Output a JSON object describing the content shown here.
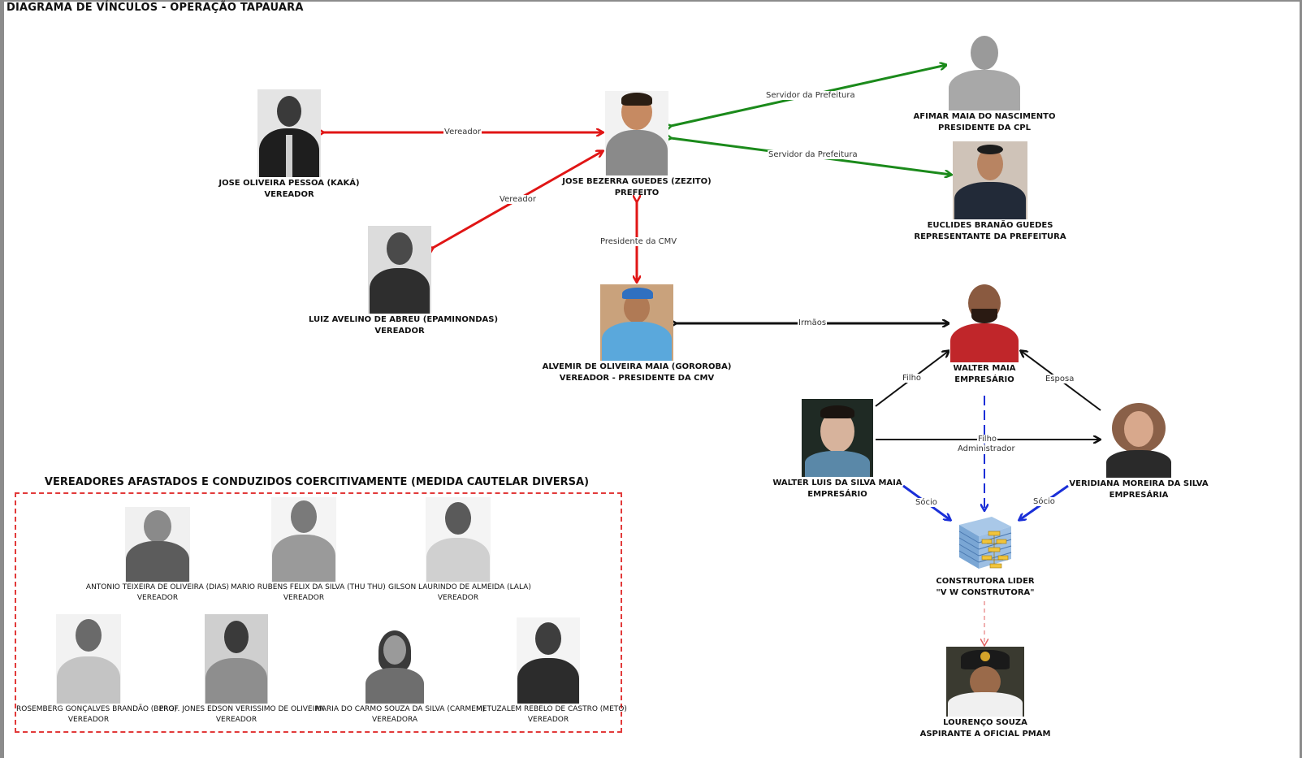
{
  "title": "DIAGRAMA DE VÍNCULOS - OPERAÇÃO TAPAUARA",
  "nodes": {
    "zezito": {
      "name": "JOSE BEZERRA GUEDES (ZEZITO)",
      "role": "PREFEITO"
    },
    "kaka": {
      "name": "JOSE OLIVEIRA PESSOA (KAKÁ)",
      "role": "VEREADOR"
    },
    "epaminondas": {
      "name": "LUIZ AVELINO DE ABREU (EPAMINONDAS)",
      "role": "VEREADOR"
    },
    "gororoba": {
      "name": "ALVEMIR DE OLIVEIRA MAIA (GOROROBA)",
      "role": "VEREADOR - PRESIDENTE DA CMV"
    },
    "afimar": {
      "name": "AFIMAR MAIA DO NASCIMENTO",
      "role": "PRESIDENTE DA CPL"
    },
    "euclides": {
      "name": "EUCLIDES BRANÃO GUEDES",
      "role": "REPRESENTANTE DA PREFEITURA"
    },
    "walter": {
      "name": "WALTER MAIA",
      "role": "EMPRESÁRIO"
    },
    "walter_luis": {
      "name": "WALTER LUIS DA SILVA MAIA",
      "role": "EMPRESÁRIO"
    },
    "veridiana": {
      "name": "VERIDIANA MOREIRA DA SILVA",
      "role": "EMPRESÁRIA"
    },
    "construtora": {
      "name": "CONSTRUTORA LIDER",
      "role": "\"V W CONSTRUTORA\""
    },
    "lourenco": {
      "name": "LOURENÇO SOUZA",
      "role": "ASPIRANTE A OFICIAL PMAM"
    }
  },
  "edges": {
    "kaka_zezito": "Vereador",
    "epaminondas_zezito": "Vereador",
    "zezito_gororoba": "Presidente da CMV",
    "zezito_afimar": "Servidor da Prefeitura",
    "zezito_euclides": "Servidor da Prefeitura",
    "gororoba_walter": "Irmãos",
    "walterluis_walter": "Filho",
    "veridiana_walter": "Esposa",
    "walterluis_veridiana": "Filho",
    "walter_construtora": "Administrador",
    "walterluis_construtora": "Sócio",
    "veridiana_construtora": "Sócio"
  },
  "colors": {
    "red": "#e01515",
    "green": "#1b8a1b",
    "black": "#111111",
    "blue": "#1a2fd8",
    "dashed_red": "#e06060"
  },
  "box": {
    "title": "VEREADORES AFASTADOS E CONDUZIDOS COERCITIVAMENTE (MEDIDA CAUTELAR DIVERSA)",
    "members": [
      {
        "name": "ANTONIO TEIXEIRA DE OLIVEIRA (DIAS)",
        "role": "VEREADOR"
      },
      {
        "name": "MARIO RUBENS FELIX DA SILVA (THU THU)",
        "role": "VEREADOR"
      },
      {
        "name": "GILSON LAURINDO DE ALMEIDA (LALA)",
        "role": "VEREADOR"
      },
      {
        "name": "ROSEMBERG GONÇALVES BRANDÃO (BERG)",
        "role": "VEREADOR"
      },
      {
        "name": "PROF. JONES EDSON VERISSIMO DE OLIVEIRA",
        "role": "VEREADOR"
      },
      {
        "name": "MARIA DO CARMO SOUZA DA SILVA (CARMEM)",
        "role": "VEREADORA"
      },
      {
        "name": "METUZALEM REBELO DE CASTRO (METO)",
        "role": "VEREADOR"
      }
    ]
  }
}
